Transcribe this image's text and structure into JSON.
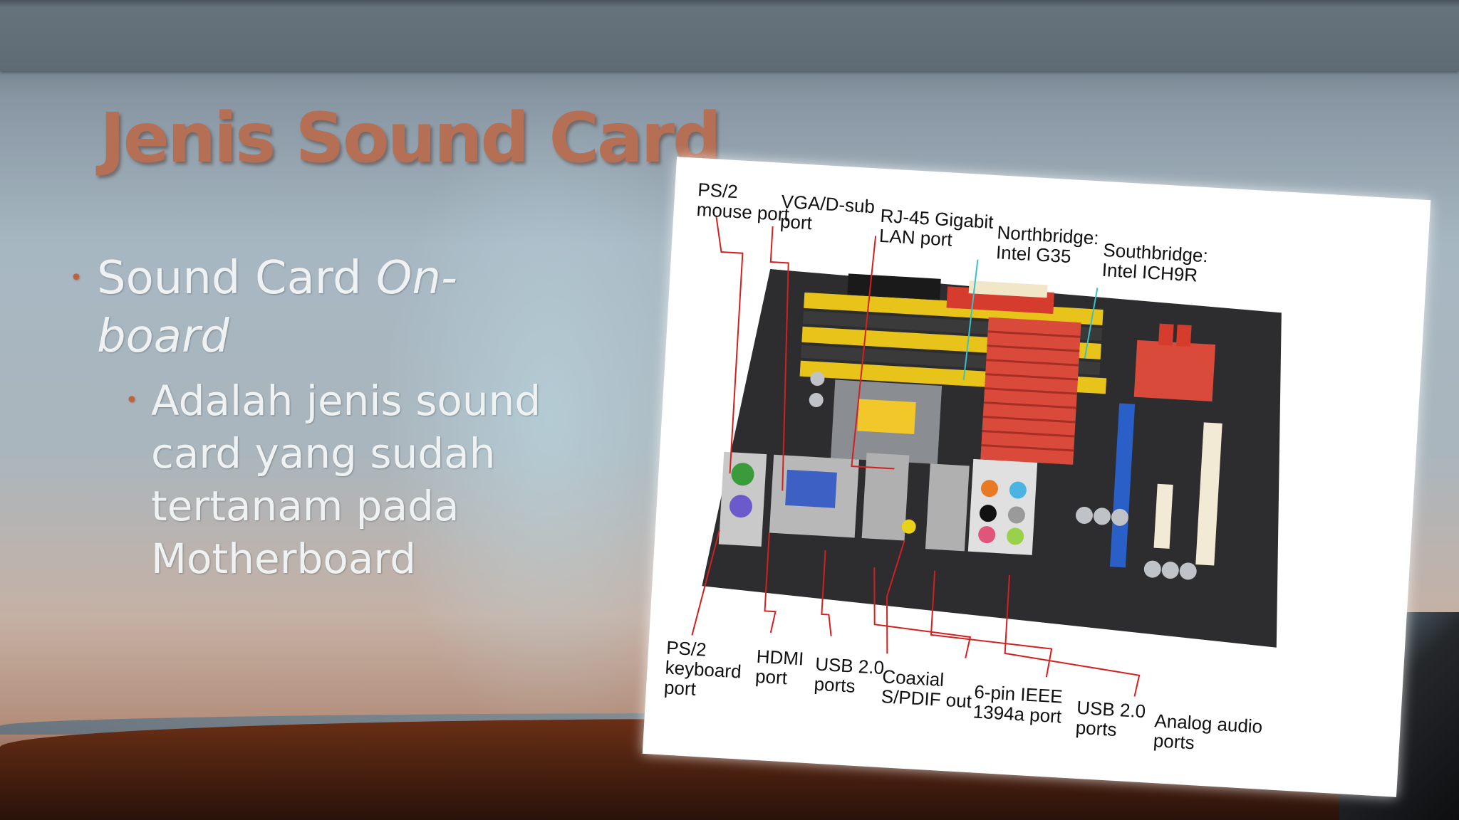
{
  "slide": {
    "title": "Jenis Sound Card",
    "bullet1_normal": "Sound Card ",
    "bullet1_italic": "On-board",
    "bullet2": "Adalah jenis sound card yang sudah tertanam pada Motherboard"
  },
  "image": {
    "labels_top": {
      "ps2_mouse_1": "PS/2",
      "ps2_mouse_2": "mouse port",
      "vga_1": "VGA/D-sub",
      "vga_2": "port",
      "rj45_1": "RJ-45 Gigabit",
      "rj45_2": "LAN port",
      "northbridge_1": "Northbridge:",
      "northbridge_2": "Intel G35",
      "southbridge_1": "Southbridge:",
      "southbridge_2": "Intel ICH9R"
    },
    "labels_bottom": {
      "ps2_kb_1": "PS/2",
      "ps2_kb_2": "keyboard",
      "ps2_kb_3": "port",
      "hdmi_1": "HDMI",
      "hdmi_2": "port",
      "usb1_1": "USB 2.0",
      "usb1_2": "ports",
      "coax_1": "Coaxial",
      "coax_2": "S/PDIF out",
      "ieee_1": "6-pin IEEE",
      "ieee_2": "1394a port",
      "usb2_1": "USB 2.0",
      "usb2_2": "ports",
      "audio_1": "Analog audio",
      "audio_2": "ports"
    },
    "colors": {
      "ram_slot": "#e8c41a",
      "heatsink": "#d94a3a",
      "pcie": "#2a5fc8",
      "callout_line": "#d22020"
    }
  }
}
